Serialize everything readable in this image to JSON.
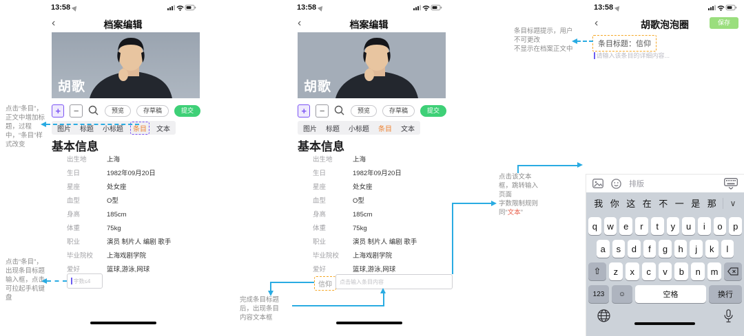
{
  "status": {
    "time": "13:58"
  },
  "profile": {
    "back": "‹",
    "nav_title": "档案编辑",
    "name": "胡歌",
    "toolbar": {
      "plus": "+",
      "minus": "−",
      "preview": "预览",
      "draft": "存草稿",
      "submit": "提交"
    },
    "tabs": {
      "t1": "图片",
      "t2": "标题",
      "t3": "小标题",
      "t4": "条目",
      "t5": "文本"
    },
    "section_title": "基本信息",
    "fields": [
      {
        "label": "出生地",
        "value": "上海"
      },
      {
        "label": "生日",
        "value": "1982年09月20日"
      },
      {
        "label": "星座",
        "value": "处女座"
      },
      {
        "label": "血型",
        "value": "O型"
      },
      {
        "label": "身高",
        "value": "185cm"
      },
      {
        "label": "体重",
        "value": "75kg"
      },
      {
        "label": "职业",
        "value": "演员 制片人 编剧 歌手"
      },
      {
        "label": "毕业院校",
        "value": "上海戏剧学院"
      },
      {
        "label": "爱好",
        "value": "篮球,游泳,网球"
      }
    ]
  },
  "phone1": {
    "title_input_placeholder": "字数≤4"
  },
  "phone2": {
    "entry_title": "信仰",
    "content_placeholder": "点击输入条目内容"
  },
  "phone3": {
    "back": "‹",
    "nav_title": "胡歌泡泡圈",
    "save": "保存",
    "entry_title_line": "条目标题：信仰",
    "content_placeholder": "请输入该条目的详细内容...",
    "keyboard": {
      "accessory_label": "排版",
      "candidates": [
        "我",
        "你",
        "这",
        "在",
        "不",
        "一",
        "是",
        "那"
      ],
      "candidates_more": "∨",
      "row1": [
        "q",
        "w",
        "e",
        "r",
        "t",
        "y",
        "u",
        "i",
        "o",
        "p"
      ],
      "row2": [
        "a",
        "s",
        "d",
        "f",
        "g",
        "h",
        "j",
        "k",
        "l"
      ],
      "row3": [
        "z",
        "x",
        "c",
        "v",
        "b",
        "n",
        "m"
      ],
      "key_shift": "⇧",
      "key_123": "123",
      "key_emoji": "☺",
      "key_space": "空格",
      "key_return": "换行"
    }
  },
  "annotations": {
    "tab_note": "点击“条目”，\n正文中增加标\n题，过程\n中，“条目”样\n式改变",
    "input_note": "点击“条目”，\n出现条目标题\n输入框，点击\n可拉起手机键\n盘",
    "content_note": "完成条目标题\n后，出现条目\n内容文本框",
    "jump_note_main": "点击该文本\n框，跳转输入\n页面\n字数限制规则\n同“",
    "jump_note_red": "文本",
    "jump_note_suffix": "”",
    "title_note": "条目标题提示，用户\n不可更改\n不显示在档案正文中"
  },
  "colors": {
    "arrow_blue": "#29abe2",
    "accent_purple": "#7a52f4",
    "accent_orange": "#f5a623",
    "tab_active": "#ee8435",
    "submit_green": "#3ed077",
    "save_green": "#9ade7d",
    "note_gray": "#8c8c8c",
    "red_text": "#e8604c",
    "kb_bg": "#ccd2d9",
    "kb_key_special": "#aeb4bf"
  }
}
